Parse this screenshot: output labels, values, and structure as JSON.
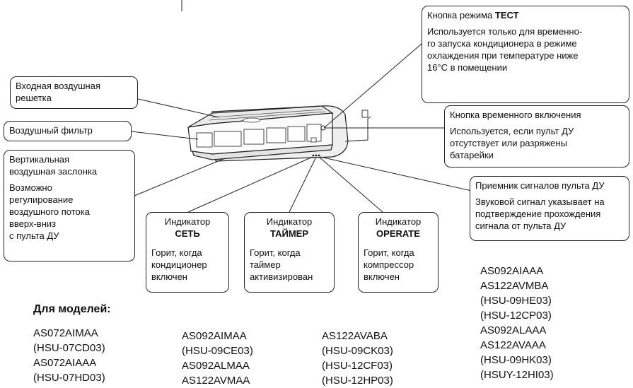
{
  "callouts": {
    "grille": {
      "lines": [
        "Входная воздушная",
        "решетка"
      ]
    },
    "filter": {
      "lines": [
        "Воздушный фильтр"
      ]
    },
    "louver": {
      "title_lines": [
        "Вертикальная",
        "воздушная заслонка"
      ],
      "desc_lines": [
        "Возможно",
        "регулирование",
        "воздушного потока",
        "вверх-вниз",
        "с пульта ДУ"
      ]
    },
    "test": {
      "title_prefix": "Кнопка режима ",
      "title_bold": "ТЕСТ",
      "desc_lines": [
        "Используется только для временно-",
        "го запуска кондиционера в режиме",
        "охлаждения при температуре ниже",
        "16°C в помещении"
      ]
    },
    "temp_on": {
      "title": "Кнопка временного включения",
      "desc_lines": [
        "Используется, если пульт ДУ",
        "отсутствует или разряжены",
        "батарейки"
      ]
    },
    "receiver": {
      "title": "Приемник сигналов пульта ДУ",
      "desc_lines": [
        "Звуковой сигнал указывает на",
        "подтверждение прохождения",
        "сигнала от пульта ДУ"
      ]
    }
  },
  "indicators": [
    {
      "label": "Индикатор",
      "name": "СЕТЬ",
      "desc_lines": [
        "Горит, когда",
        "кондиционер",
        "включен"
      ]
    },
    {
      "label": "Индикатор",
      "name": "ТАЙМЕР",
      "desc_lines": [
        "Горит, когда",
        "таймер",
        "активизирован"
      ]
    },
    {
      "label": "Индикатор",
      "name": "OPERATE",
      "desc_lines": [
        "Горит, когда",
        "компрессор",
        "включен"
      ]
    }
  ],
  "models": {
    "title": "Для моделей:",
    "columns": [
      [
        "AS072AIMAA",
        "(HSU-07CD03)",
        "AS072AIAAA",
        "(HSU-07HD03)"
      ],
      [
        "AS092AIMAA",
        "(HSU-09CE03)",
        "AS092ALMAA",
        "AS122AVMAA"
      ],
      [
        "AS122AVABA",
        "(HSU-09CK03)",
        "(HSU-12CF03)",
        "(HSU-12HP03)"
      ],
      [
        "AS092AIAAA",
        "AS122AVMBA",
        "(HSU-09HE03)",
        "(HSU-12CP03)",
        "AS092ALAAA",
        "AS122AVAAA",
        "(HSU-09HK03)",
        "(HSUY-12HI03)"
      ]
    ]
  }
}
